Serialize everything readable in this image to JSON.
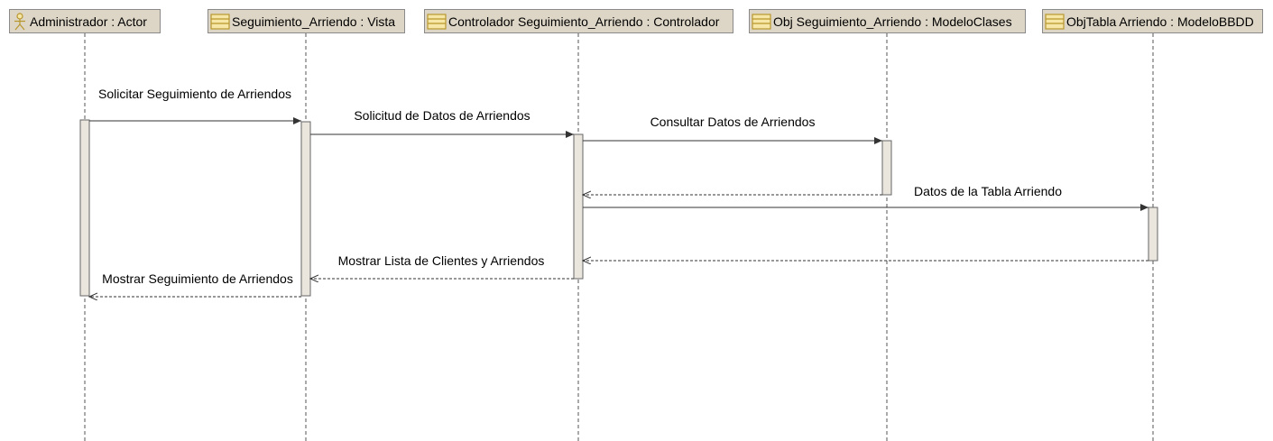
{
  "participants": [
    {
      "id": "admin",
      "label": "Administrador : Actor",
      "icon": "actor-icon"
    },
    {
      "id": "vista",
      "label": "Seguimiento_Arriendo : Vista",
      "icon": "class-icon"
    },
    {
      "id": "ctrl",
      "label": "Controlador Seguimiento_Arriendo : Controlador",
      "icon": "class-icon"
    },
    {
      "id": "obj",
      "label": "Obj Seguimiento_Arriendo : ModeloClases",
      "icon": "class-icon"
    },
    {
      "id": "tabla",
      "label": "ObjTabla Arriendo : ModeloBBDD",
      "icon": "class-icon"
    }
  ],
  "messages": [
    {
      "from": "admin",
      "to": "vista",
      "label": "Solicitar Seguimiento de Arriendos",
      "kind": "call"
    },
    {
      "from": "vista",
      "to": "ctrl",
      "label": "Solicitud de Datos de Arriendos",
      "kind": "call"
    },
    {
      "from": "ctrl",
      "to": "obj",
      "label": "Consultar Datos de Arriendos",
      "kind": "call"
    },
    {
      "from": "obj",
      "to": "ctrl",
      "label": "",
      "kind": "return"
    },
    {
      "from": "ctrl",
      "to": "tabla",
      "label": "Datos de la Tabla Arriendo",
      "kind": "call"
    },
    {
      "from": "tabla",
      "to": "ctrl",
      "label": "",
      "kind": "return"
    },
    {
      "from": "ctrl",
      "to": "vista",
      "label": "Mostrar Lista de Clientes y Arriendos",
      "kind": "return"
    },
    {
      "from": "vista",
      "to": "admin",
      "label": "Mostrar Seguimiento de Arriendos",
      "kind": "return"
    }
  ],
  "colors": {
    "header_fill": "#ddd6c6",
    "header_border": "#8a8a8a",
    "activation_fill": "#eae6dd",
    "icon_fill": "#f6e7a6",
    "icon_stroke": "#b8962e",
    "line": "#444444"
  }
}
